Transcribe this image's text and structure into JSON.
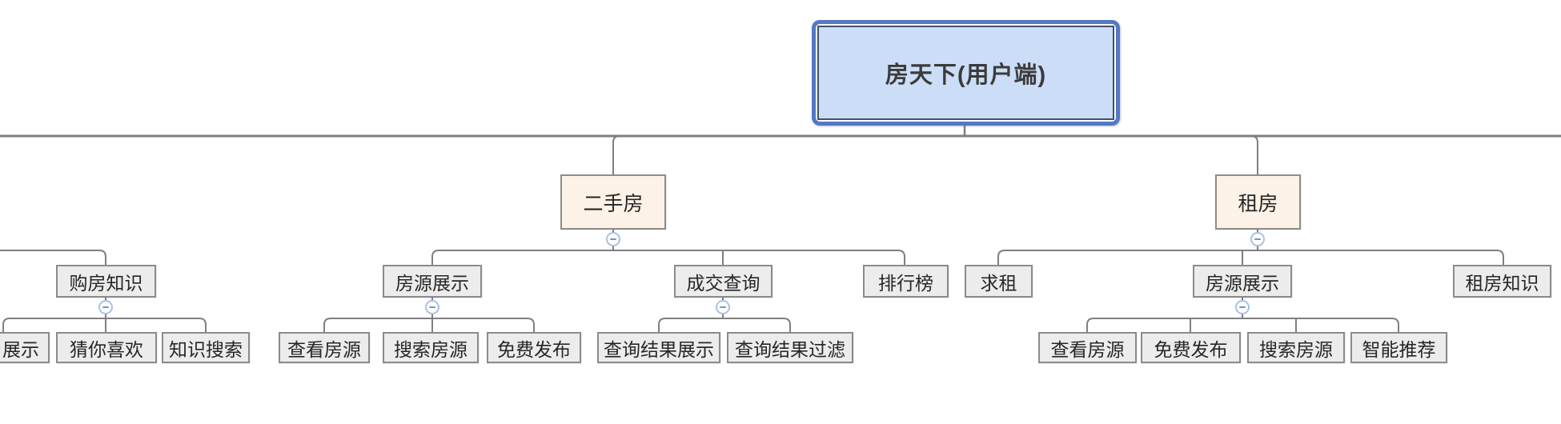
{
  "mindmap": {
    "root": {
      "label": "房天下(用户端)"
    },
    "left_partial_branch": {
      "knowledge": {
        "label": "购房知识"
      },
      "children": {
        "display_cut": {
          "label": "展示"
        },
        "guess_like": {
          "label": "猜你喜欢"
        },
        "knowledge_search": {
          "label": "知识搜索"
        }
      }
    },
    "second_hand": {
      "label": "二手房",
      "listing": {
        "label": "房源展示",
        "children": {
          "view": {
            "label": "查看房源"
          },
          "search": {
            "label": "搜索房源"
          },
          "publish": {
            "label": "免费发布"
          }
        }
      },
      "deal_query": {
        "label": "成交查询",
        "children": {
          "result_display": {
            "label": "查询结果展示"
          },
          "result_filter": {
            "label": "查询结果过滤"
          }
        }
      },
      "ranking": {
        "label": "排行榜"
      }
    },
    "rent": {
      "label": "租房",
      "seek": {
        "label": "求租"
      },
      "listing": {
        "label": "房源展示",
        "children": {
          "view": {
            "label": "查看房源"
          },
          "publish": {
            "label": "免费发布"
          },
          "search": {
            "label": "搜索房源"
          },
          "recommend": {
            "label": "智能推荐"
          }
        }
      },
      "knowledge": {
        "label": "租房知识"
      }
    }
  },
  "icons": {
    "collapse": "minus-circle"
  },
  "colors": {
    "root_fill": "#CCDEF7",
    "root_outer_border": "#5478C5",
    "root_inner_border": "#41516B",
    "branch_fill": "#FCF2E7",
    "node_fill": "#ECECEC",
    "node_border": "#8B8B8B",
    "connector_line": "#7F7F7F",
    "collapse_border": "#A9C0E6",
    "collapse_minus": "#7E93BF",
    "text": "#262626"
  }
}
